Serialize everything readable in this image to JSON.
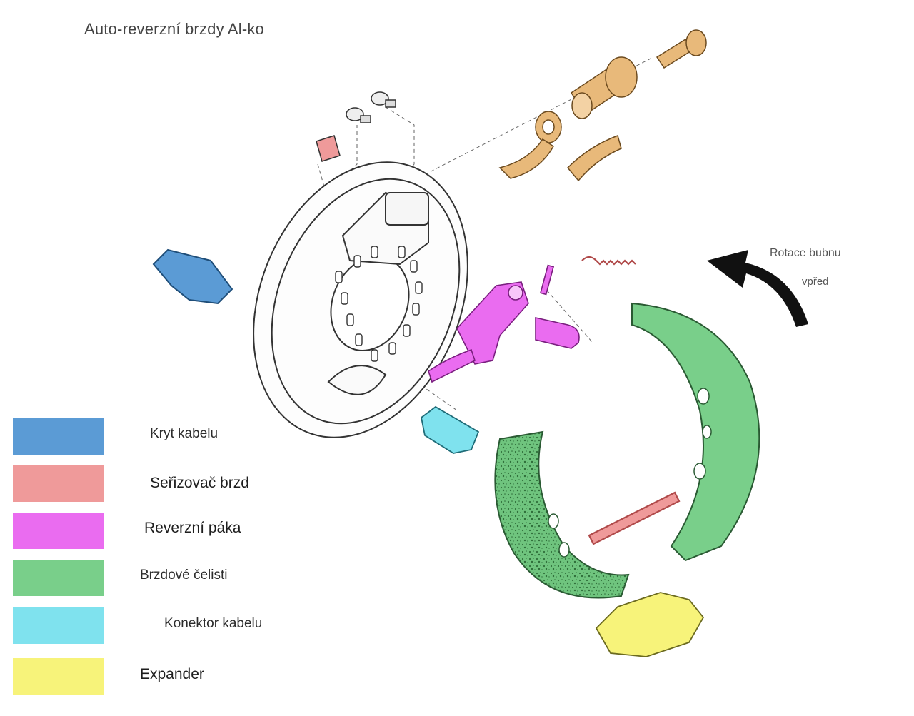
{
  "title": "Auto-reverzní brzdy Al-ko",
  "rotation_note": {
    "line1": "Rotace bubnu",
    "line2": "vpřed"
  },
  "legend": [
    {
      "label": "Kryt kabelu",
      "color": "#5b9bd5"
    },
    {
      "label": "Seřizovač brzd",
      "color": "#ef9a9a"
    },
    {
      "label": "Reverzní páka",
      "color": "#ea6cf0"
    },
    {
      "label": "Brzdové čelisti",
      "color": "#79cf8a"
    },
    {
      "label": "Konektor kabelu",
      "color": "#7fe2ee"
    },
    {
      "label": "Expander",
      "color": "#f7f37a"
    }
  ],
  "part_colors": {
    "adjuster_bronze": "#e8b97a",
    "outline": "#3a3a3a"
  }
}
